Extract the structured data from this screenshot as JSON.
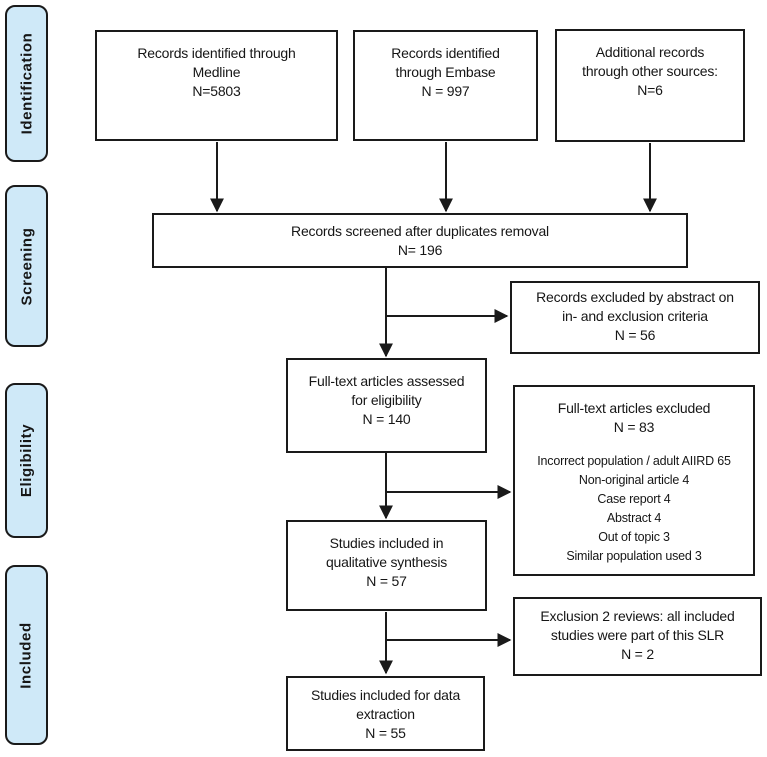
{
  "colors": {
    "sidebar_fill": "#cfe9f8",
    "line": "#1a1a1a",
    "text": "#161616"
  },
  "sidebar": {
    "identification": "Identification",
    "screening": "Screening",
    "eligibility": "Eligibility",
    "included": "Included"
  },
  "boxes": {
    "medline": "Records identified through\nMedline\nN=5803",
    "embase": "Records identified\nthrough Embase\nN = 997",
    "other_sources": "Additional records\nthrough other sources:\nN=6",
    "screened": "Records screened after duplicates removal\nN= 196",
    "excluded_abstract": "Records excluded by abstract on\nin- and exclusion criteria\nN = 56",
    "fulltext_assessed": "Full-text articles assessed\nfor eligibility\nN = 140",
    "fulltext_excluded_title": "Full-text articles excluded\nN = 83",
    "fulltext_excluded_details": "Incorrect population / adult AIIRD 65\nNon-original article 4\nCase report 4\nAbstract 4\nOut of topic 3\nSimilar population used 3",
    "qualitative_synthesis": "Studies included in\nqualitative synthesis\nN = 57",
    "exclusion_reviews": "Exclusion 2 reviews: all included\nstudies were part of this SLR\nN = 2",
    "data_extraction": "Studies included for data\nextraction\nN = 55"
  }
}
